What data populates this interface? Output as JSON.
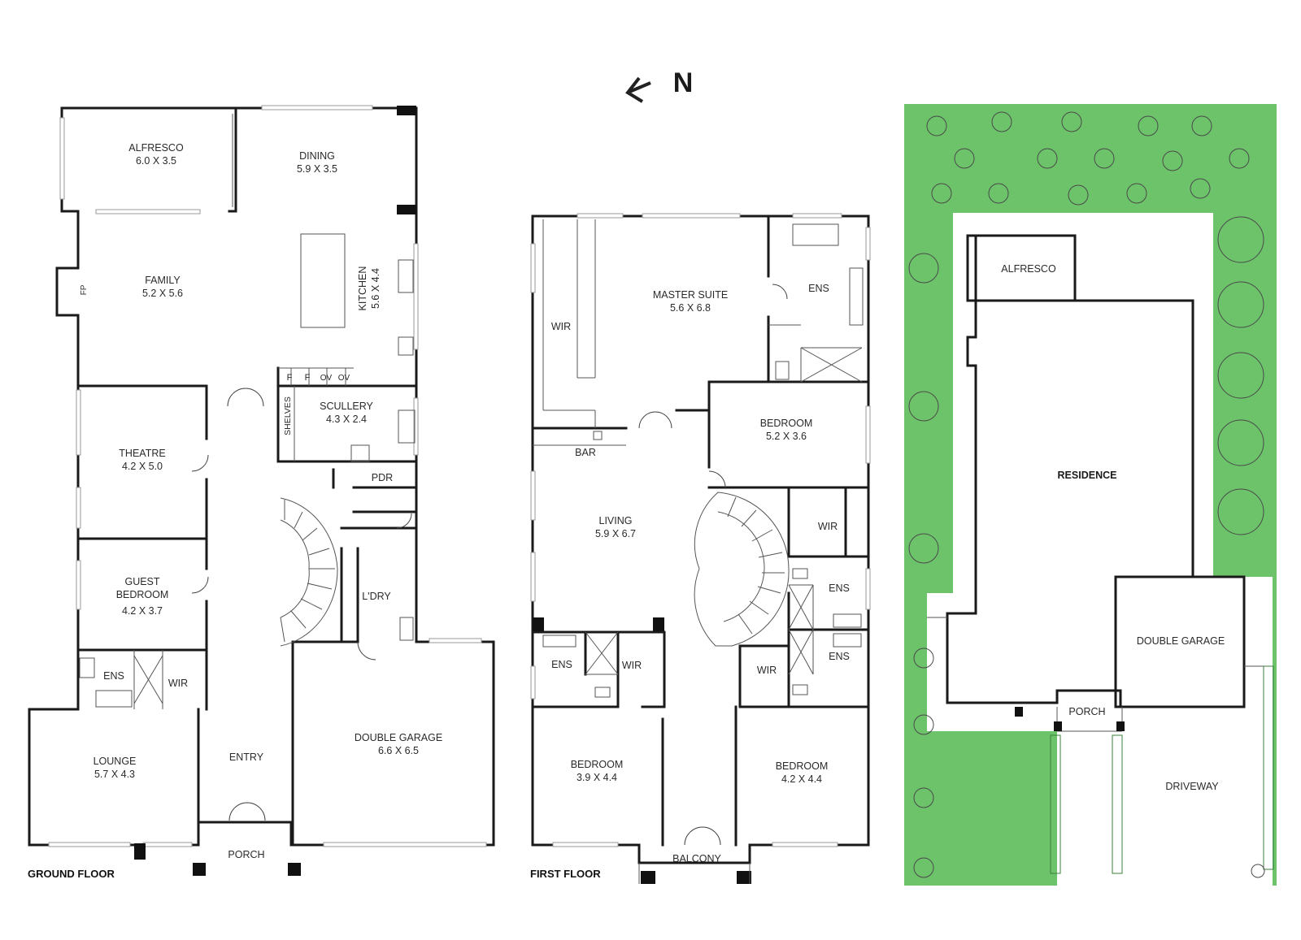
{
  "compass": {
    "label": "N"
  },
  "ground_floor": {
    "title": "GROUND FLOOR",
    "rooms": {
      "alfresco": {
        "name": "ALFRESCO",
        "size": "6.0 X 3.5"
      },
      "dining": {
        "name": "DINING",
        "size": "5.9 X 3.5"
      },
      "family": {
        "name": "FAMILY",
        "size": "5.2 X 5.6"
      },
      "fp": {
        "name": "FP"
      },
      "kitchen": {
        "name": "KITCHEN",
        "size": "5.6 X 4.4"
      },
      "f1": {
        "name": "F"
      },
      "f2": {
        "name": "F"
      },
      "ov1": {
        "name": "OV"
      },
      "ov2": {
        "name": "OV"
      },
      "shelves": {
        "name": "SHELVES"
      },
      "scullery": {
        "name": "SCULLERY",
        "size": "4.3 X 2.4"
      },
      "theatre": {
        "name": "THEATRE",
        "size": "4.2 X 5.0"
      },
      "pdr": {
        "name": "PDR"
      },
      "guest_bedroom": {
        "name_line1": "GUEST",
        "name_line2": "BEDROOM",
        "size": "4.2 X 3.7"
      },
      "ldry": {
        "name": "L'DRY"
      },
      "ens": {
        "name": "ENS"
      },
      "wir": {
        "name": "WIR"
      },
      "lounge": {
        "name": "LOUNGE",
        "size": "5.7 X 4.3"
      },
      "entry": {
        "name": "ENTRY"
      },
      "double_garage": {
        "name": "DOUBLE GARAGE",
        "size": "6.6 X 6.5"
      },
      "porch": {
        "name": "PORCH"
      }
    }
  },
  "first_floor": {
    "title": "FIRST FLOOR",
    "rooms": {
      "wir_master": {
        "name": "WIR"
      },
      "master_suite": {
        "name": "MASTER SUITE",
        "size": "5.6 X 6.8"
      },
      "ens_master": {
        "name": "ENS"
      },
      "bedroom_a": {
        "name": "BEDROOM",
        "size": "5.2 X 3.6"
      },
      "bar": {
        "name": "BAR"
      },
      "living": {
        "name": "LIVING",
        "size": "5.9 X 6.7"
      },
      "wir_a": {
        "name": "WIR"
      },
      "ens_a": {
        "name": "ENS"
      },
      "ens_b": {
        "name": "ENS"
      },
      "wir_b": {
        "name": "WIR"
      },
      "ens_c": {
        "name": "ENS"
      },
      "wir_c": {
        "name": "WIR"
      },
      "bedroom_b": {
        "name": "BEDROOM",
        "size": "3.9 X 4.4"
      },
      "bedroom_c": {
        "name": "BEDROOM",
        "size": "4.2 X 4.4"
      },
      "balcony": {
        "name": "BALCONY"
      }
    }
  },
  "site_plan": {
    "alfresco": "ALFRESCO",
    "residence": "RESIDENCE",
    "double_garage": "DOUBLE GARAGE",
    "porch": "PORCH",
    "driveway": "DRIVEWAY",
    "lawn_color": "#6cc36a"
  }
}
